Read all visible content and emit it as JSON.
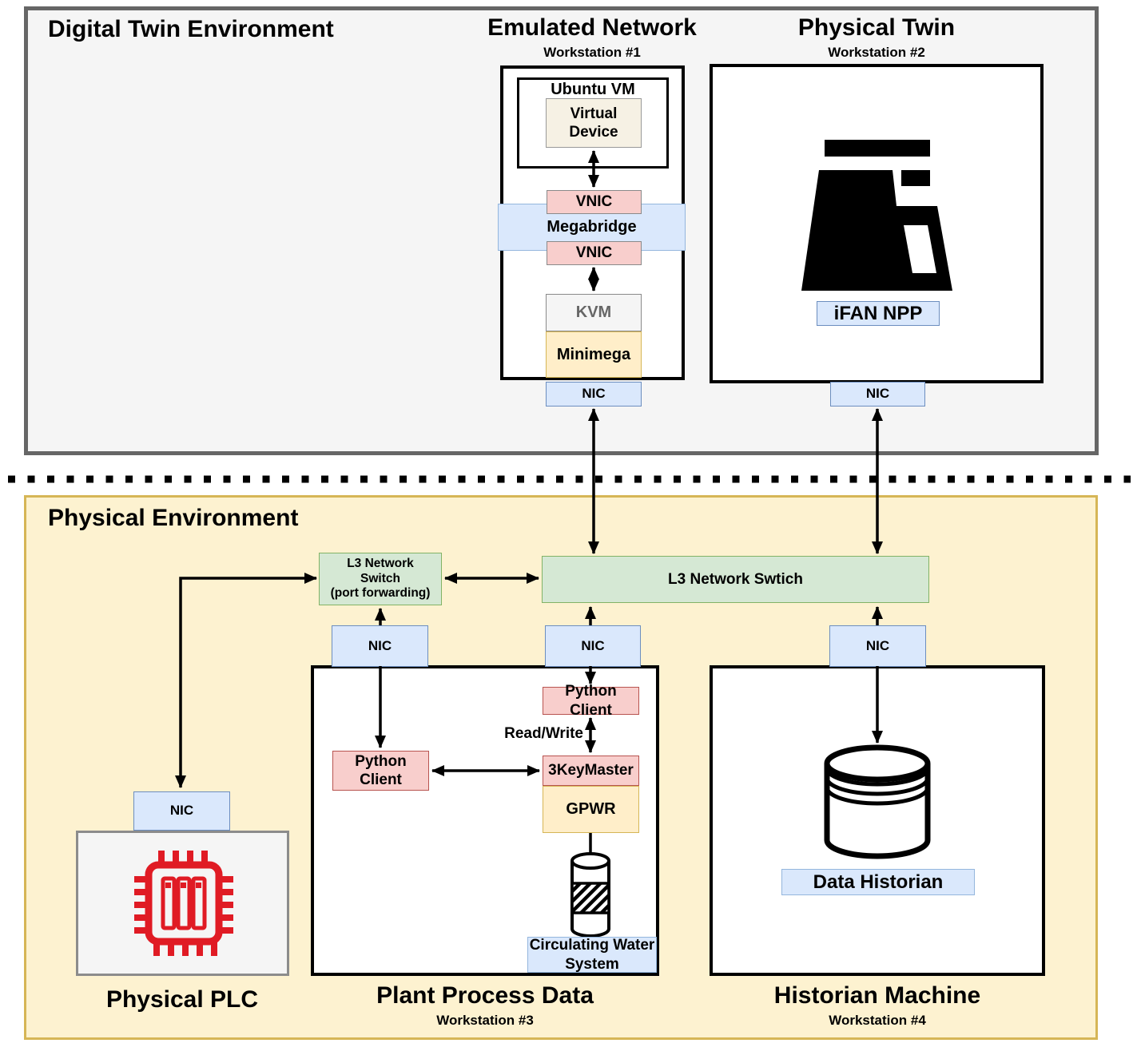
{
  "digital_twin": {
    "title": "Digital Twin Environment",
    "workstation1": {
      "title": "Emulated Network",
      "subtitle": "Workstation #1",
      "ubuntu_vm": "Ubuntu VM",
      "virtual_device": "Virtual\nDevice",
      "vnic_top": "VNIC",
      "vnic_bottom": "VNIC",
      "megabridge": "Megabridge",
      "kvm": "KVM",
      "minimega": "Minimega",
      "nic": "NIC"
    },
    "workstation2": {
      "title": "Physical Twin",
      "subtitle": "Workstation #2",
      "plant_icon": "nuclear-power-plant",
      "plant_label": "iFAN NPP",
      "nic": "NIC"
    }
  },
  "physical_environment": {
    "title": "Physical Environment",
    "switch_port_forwarding": "L3 Network\nSwitch\n(port forwarding)",
    "switch_main": "L3 Network Swtich",
    "plc": {
      "nic": "NIC",
      "label": "Physical PLC",
      "icon": "plc-chip"
    },
    "workstation3": {
      "title": "Plant Process Data",
      "subtitle": "Workstation #3",
      "nic_left": "NIC",
      "nic_right": "NIC",
      "python_client_top": "Python Client",
      "python_client_left": "Python Client",
      "read_write": "Read/Write",
      "threekeymaster": "3KeyMaster",
      "gpwr": "GPWR",
      "water_system_label": "Circulating Water\nSystem",
      "icon": "water-tank"
    },
    "workstation4": {
      "title": "Historian Machine",
      "subtitle": "Workstation #4",
      "nic": "NIC",
      "historian_label": "Data Historian",
      "icon": "database"
    }
  },
  "colors": {
    "blue_fill": "#dae8fc",
    "blue_border": "#6c8ebf",
    "pink_fill": "#f8cecc",
    "pink_border": "#b85450",
    "green_fill": "#d5e8d4",
    "green_border": "#82b366",
    "cream_fill": "#ffeec9",
    "cream_border": "#d6b656",
    "env_gray_fill": "#f5f5f5",
    "env_gray_border": "#666666",
    "env_yellow_fill": "#fdf2d0",
    "plc_red": "#e01b24"
  }
}
